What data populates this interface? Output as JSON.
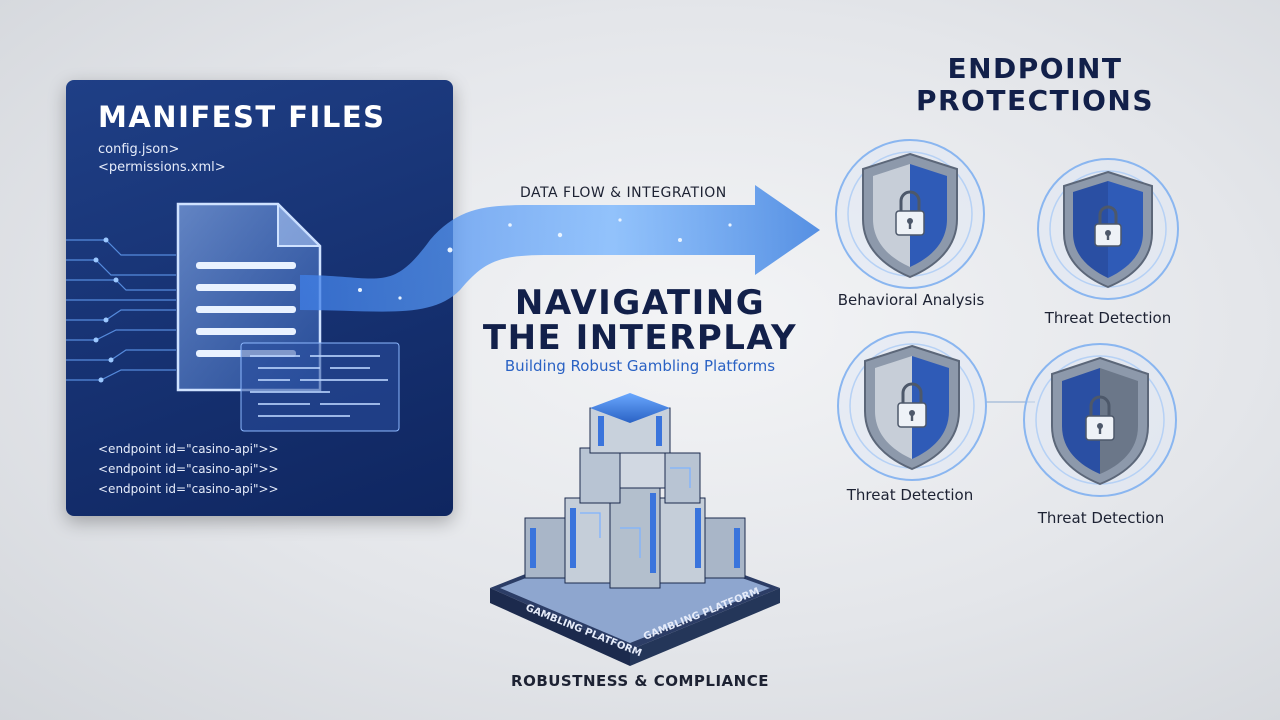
{
  "manifest": {
    "title": "MANIFEST FILES",
    "files": [
      "config.json>",
      "<permissions.xml>"
    ],
    "endpoints": [
      "<endpoint id=\"casino-api\">>",
      "<endpoint id=\"casino-api\">>",
      "<endpoint id=\"casino-api\">>"
    ]
  },
  "flow": {
    "label": "DATA FLOW & INTEGRATION"
  },
  "center": {
    "heading_line1": "NAVIGATING",
    "heading_line2": "THE INTERPLAY",
    "subtitle": "Building Robust Gambling Platforms"
  },
  "platform": {
    "base_label_left": "GAMBLING PLATFORM",
    "base_label_right": "GAMBLING PLATFORM",
    "footer": "ROBUSTNESS & COMPLIANCE"
  },
  "endpoint_protections": {
    "title_line1": "ENDPOINT",
    "title_line2": "PROTECTIONS",
    "shields": [
      {
        "label": "Behavioral Analysis",
        "icon": "shield-lock-icon"
      },
      {
        "label": "Threat Detection",
        "icon": "shield-lock-icon"
      },
      {
        "label": "Threat Detection",
        "icon": "shield-lock-icon"
      },
      {
        "label": "Threat Detection",
        "icon": "shield-lock-icon"
      }
    ]
  },
  "colors": {
    "navy": "#163171",
    "accent_blue": "#2a62c4",
    "glow_blue": "#5aa2ff",
    "heading": "#12204a"
  }
}
